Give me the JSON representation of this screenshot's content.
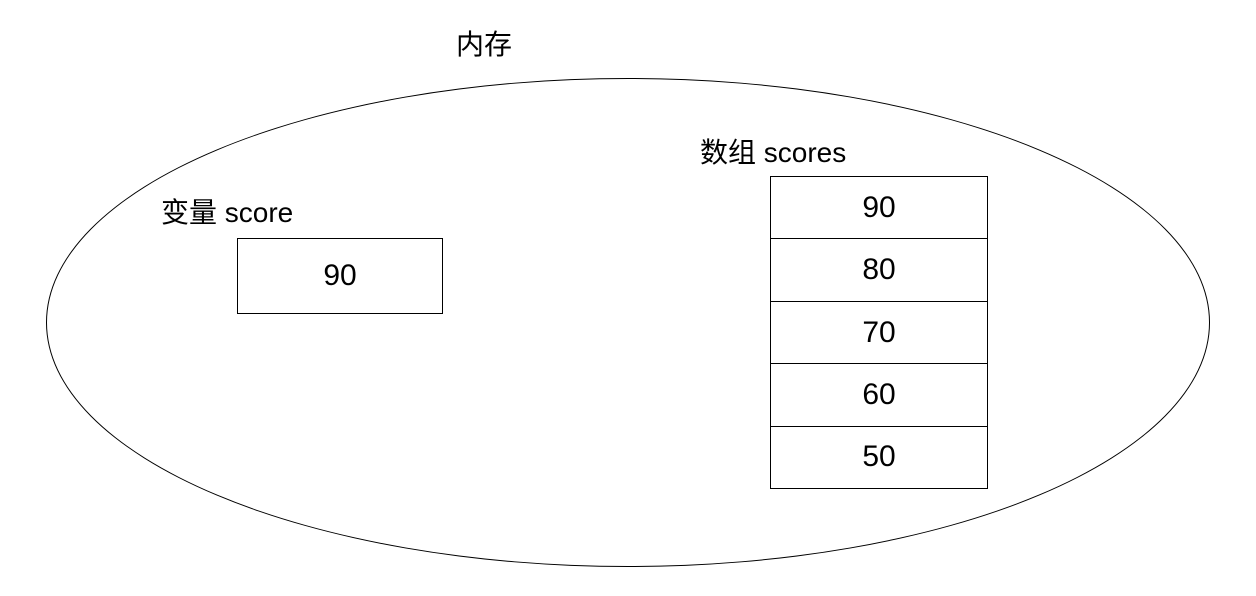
{
  "diagram": {
    "title": "内存",
    "variable": {
      "label": "变量 score",
      "value": "90"
    },
    "array": {
      "label": "数组 scores",
      "values": [
        "90",
        "80",
        "70",
        "60",
        "50"
      ]
    }
  },
  "colors": {
    "line": "#000000",
    "background": "#ffffff",
    "text": "#000000"
  }
}
